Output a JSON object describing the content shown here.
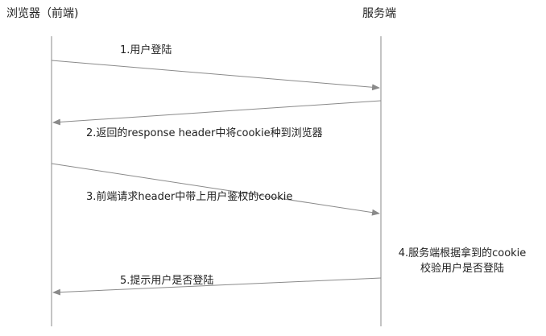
{
  "actors": {
    "browser": {
      "label": "浏览器（前端)"
    },
    "server": {
      "label": "服务端"
    }
  },
  "messages": [
    {
      "id": "m1",
      "label": "1.用户登陆",
      "from": "browser",
      "to": "server"
    },
    {
      "id": "m2",
      "label": "2.返回的response header中将cookie种到浏览器",
      "from": "server",
      "to": "browser"
    },
    {
      "id": "m3",
      "label": "3.前端请求header中带上用户鉴权的cookie",
      "from": "browser",
      "to": "server"
    },
    {
      "id": "m5",
      "label": "5.提示用户是否登陆",
      "from": "server",
      "to": "browser"
    }
  ],
  "note": {
    "line1": "4.服务端根据拿到的cookie",
    "line2": "校验用户是否登陆"
  },
  "colors": {
    "line": "#8a8a8a",
    "text": "#222222"
  }
}
